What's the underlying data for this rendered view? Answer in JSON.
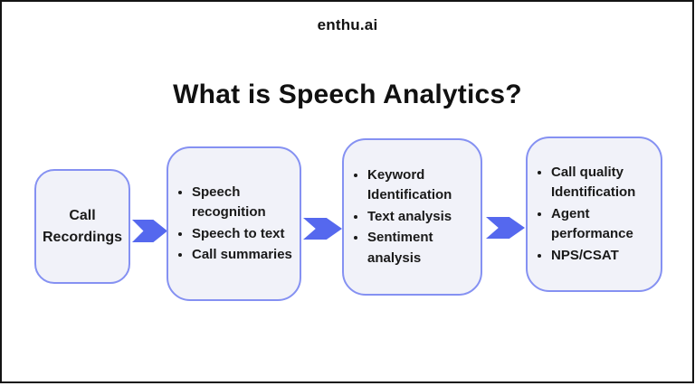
{
  "brand": "enthu.ai",
  "title": "What is Speech Analytics?",
  "colors": {
    "arrow": "#5568EE",
    "box_border": "#8591F2",
    "box_fill": "#F1F2F9",
    "text": "#1A1A1A",
    "frame_border": "#141414",
    "background": "#FFFFFF"
  },
  "icons": {
    "flow_arrow": "chevron-right-arrow"
  },
  "flow": {
    "boxes": [
      {
        "id": "call-recordings",
        "label": "Call Recordings"
      },
      {
        "id": "speech-processing",
        "items": [
          "Speech recognition",
          "Speech to text",
          "Call summaries"
        ]
      },
      {
        "id": "text-analysis",
        "items": [
          "Keyword Identification",
          "Text analysis",
          "Sentiment analysis"
        ]
      },
      {
        "id": "outcomes",
        "items": [
          "Call quality Identification",
          "Agent performance",
          "NPS/CSAT"
        ]
      }
    ]
  }
}
